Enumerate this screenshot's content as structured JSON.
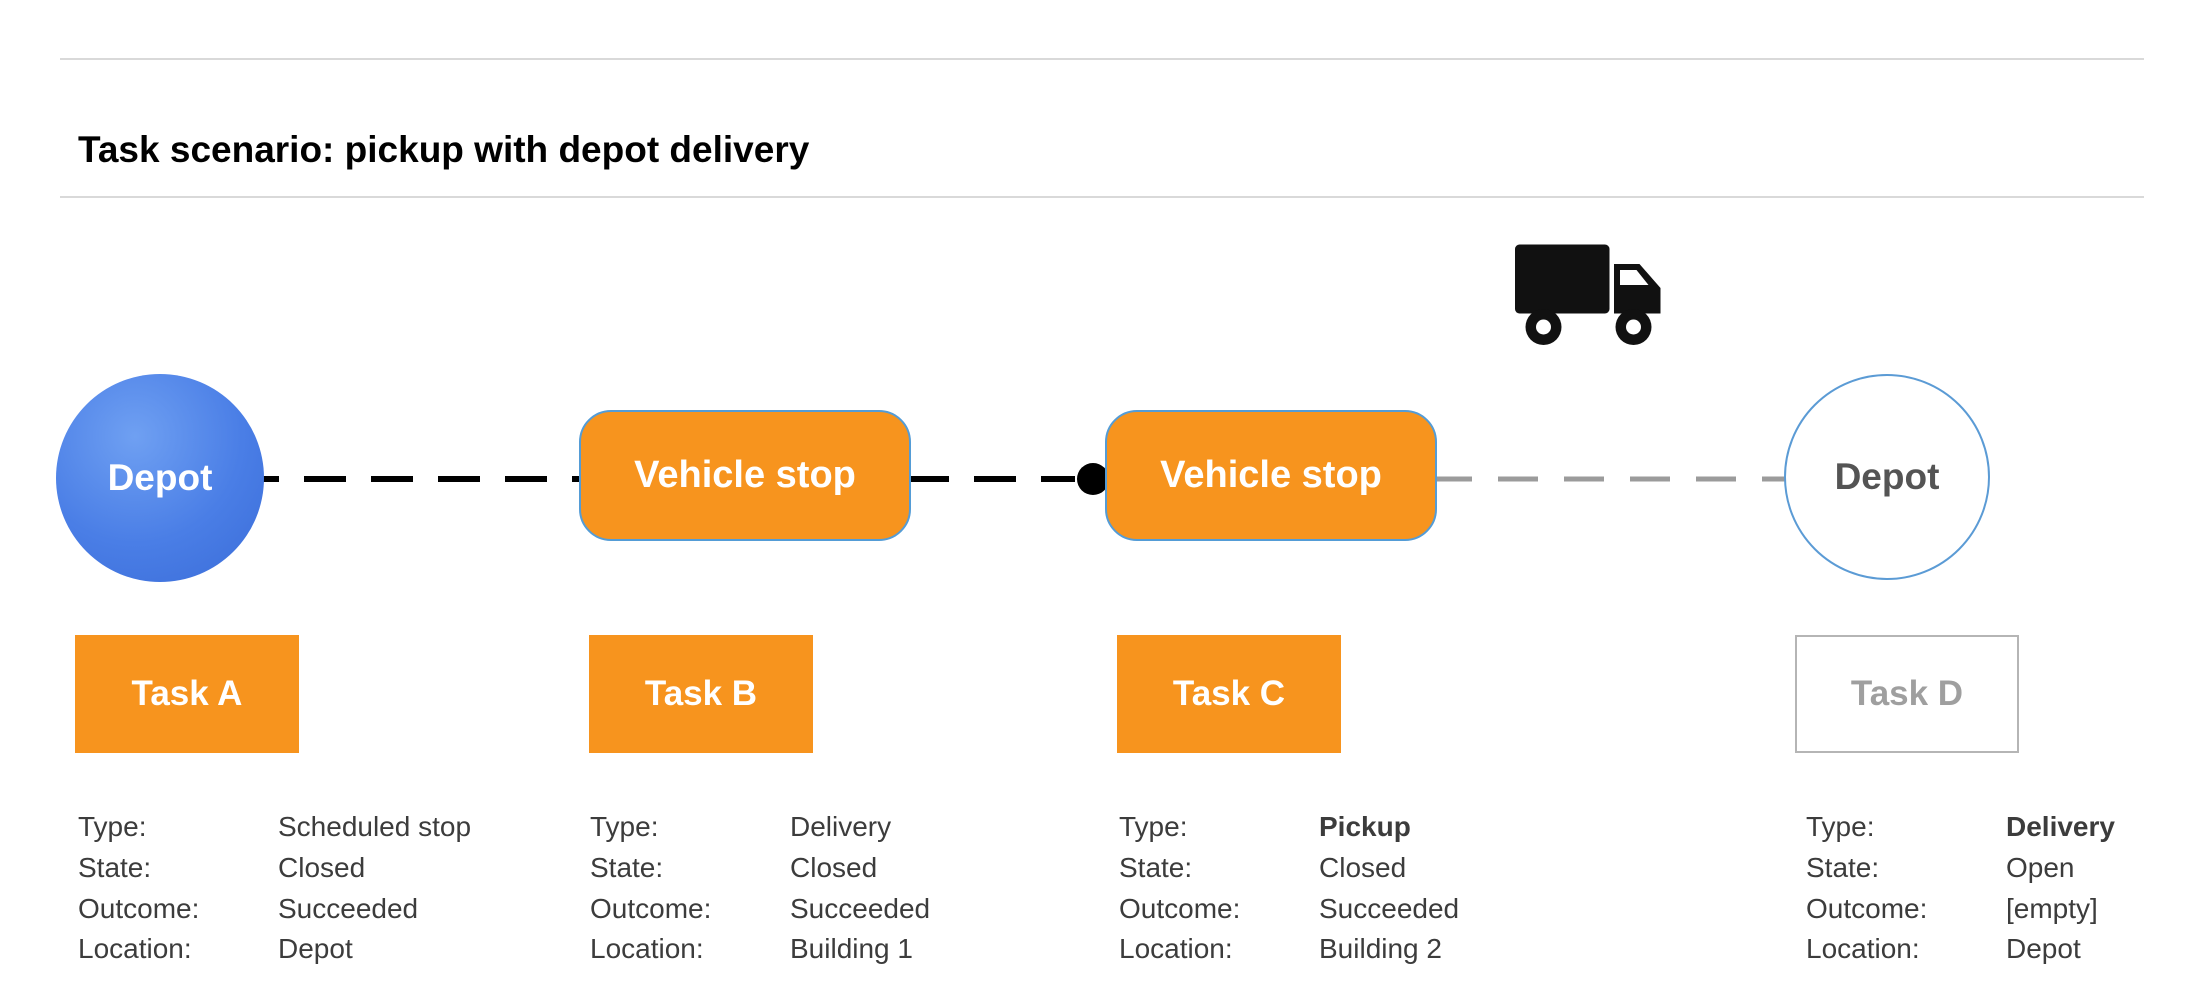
{
  "title": "Task scenario: pickup with depot delivery",
  "colors": {
    "orange": "#f7941e",
    "node-border-blue": "#549cd6",
    "depot-fill-blue": "#4a7ee6",
    "dash-black": "#000000",
    "dash-gray": "#9b9b9b",
    "open-gray": "#9f9f9f",
    "detail-text": "#3c3c3c"
  },
  "diagram": {
    "nodes": [
      {
        "label": "Depot",
        "kind": "depot-filled"
      },
      {
        "label": "Vehicle stop",
        "kind": "vehicle-stop"
      },
      {
        "label": "Vehicle stop",
        "kind": "vehicle-stop"
      },
      {
        "label": "Depot",
        "kind": "depot-outline"
      }
    ],
    "icons": [
      "truck-icon",
      "transition-dot"
    ]
  },
  "detail_labels": {
    "type": "Type:",
    "state": "State:",
    "outcome": "Outcome:",
    "location": "Location:"
  },
  "tasks": [
    {
      "name": "Task A",
      "status": "closed",
      "type": "Scheduled stop",
      "state": "Closed",
      "outcome": "Succeeded",
      "location": "Depot"
    },
    {
      "name": "Task B",
      "status": "closed",
      "type": "Delivery",
      "state": "Closed",
      "outcome": "Succeeded",
      "location": "Building 1"
    },
    {
      "name": "Task C",
      "status": "closed",
      "type": "Pickup",
      "state": "Closed",
      "outcome": "Succeeded",
      "location": "Building 2"
    },
    {
      "name": "Task D",
      "status": "open",
      "type": "Delivery",
      "state": "Open",
      "outcome": "[empty]",
      "location": "Depot"
    }
  ]
}
